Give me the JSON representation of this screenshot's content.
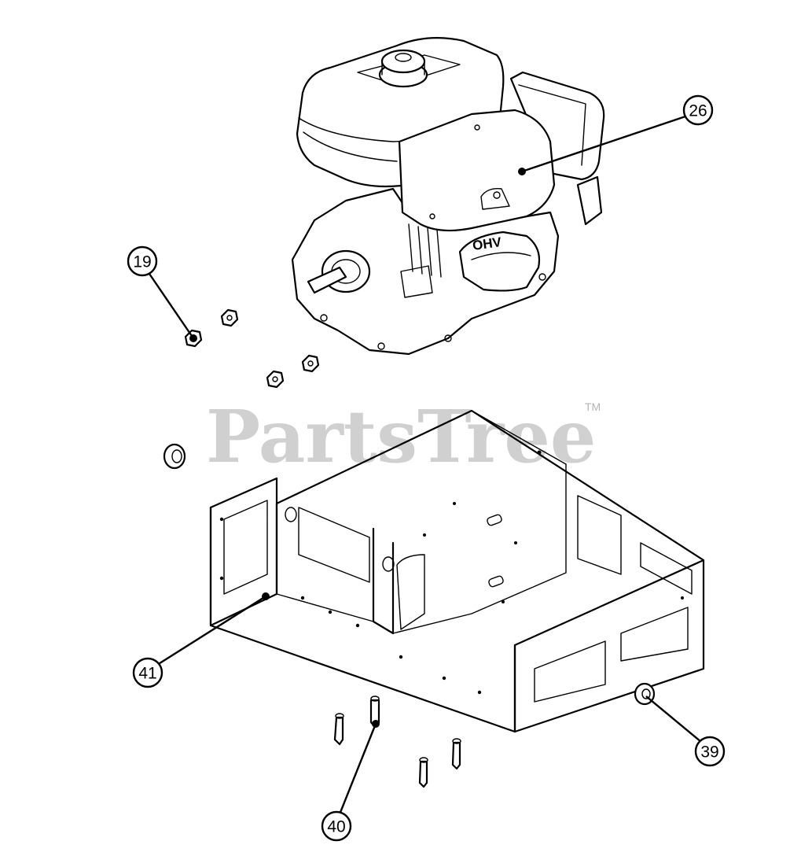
{
  "watermark": {
    "text": "PartsTree",
    "trademark": "TM"
  },
  "engine_label": "OHV",
  "callouts": [
    {
      "id": "26",
      "label": "26",
      "part": "engine"
    },
    {
      "id": "19",
      "label": "19",
      "part": "nut"
    },
    {
      "id": "41",
      "label": "41",
      "part": "frame"
    },
    {
      "id": "39",
      "label": "39",
      "part": "grommet"
    },
    {
      "id": "40",
      "label": "40",
      "part": "bolt"
    }
  ]
}
